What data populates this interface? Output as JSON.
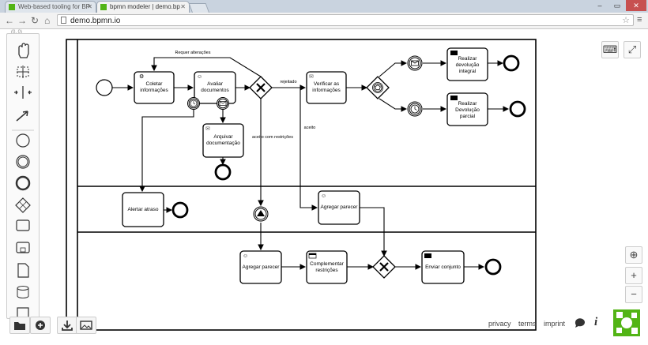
{
  "browser": {
    "tabs": [
      {
        "title": "Web-based tooling for BP",
        "active": false
      },
      {
        "title": "bpmn modeler | demo.bp",
        "active": true
      }
    ],
    "url": "demo.bpmn.io"
  },
  "palette_hint": "(0, 0)",
  "diagram": {
    "tasks": {
      "t1": "Coletar informações",
      "t2": "Avaliar documentos",
      "t3": "Arquivar documentação",
      "t4": "Verificar as informações",
      "t5": "Realizar devolução integral",
      "t6": "Realizar Devolução parcial",
      "t7": "Alertar atraso",
      "t8": "Agregar parecer",
      "t9": "Agregar parecer",
      "t10": "Complementar restrições",
      "t11": "Enviar conjunto"
    },
    "flows": {
      "f1": "Requer alterações",
      "f2": "rejeitado",
      "f3": "aceito com restrições",
      "f4": "aceito"
    }
  },
  "footer": {
    "privacy": "privacy",
    "terms": "terms",
    "imprint": "imprint"
  },
  "icons": {
    "hand": "hand-tool-icon",
    "lasso": "lasso-tool-icon",
    "space": "space-tool-icon",
    "connect": "global-connect-icon",
    "folder": "folder-icon",
    "plus": "plus-icon",
    "download": "download-icon",
    "image": "image-icon",
    "keyboard": "keyboard-icon",
    "fullscreen": "fullscreen-icon",
    "crosshair": "crosshair-icon",
    "zoomin": "zoom-in-icon",
    "zoomout": "zoom-out-icon",
    "chat": "chat-icon",
    "info": "info-icon",
    "logo": "bpmnio-logo-icon"
  }
}
